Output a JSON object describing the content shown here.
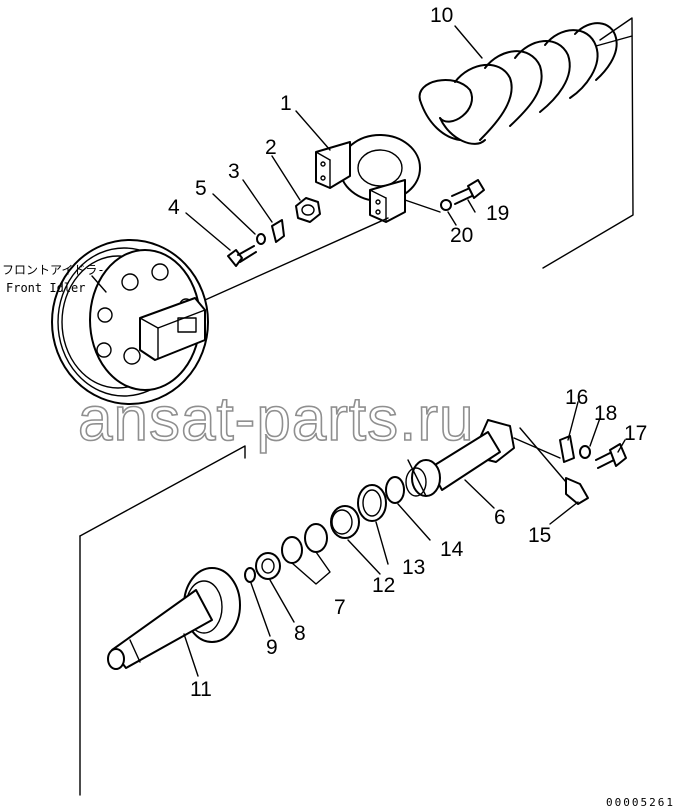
{
  "title_jp": "フロントアイドラ-",
  "title_en": "Front Idler",
  "watermark": "ansat-parts.ru",
  "drawing_code": "00005261",
  "callouts": [
    "1",
    "2",
    "3",
    "4",
    "5",
    "6",
    "7",
    "8",
    "9",
    "10",
    "11",
    "12",
    "13",
    "14",
    "15",
    "16",
    "17",
    "18",
    "19",
    "20"
  ]
}
